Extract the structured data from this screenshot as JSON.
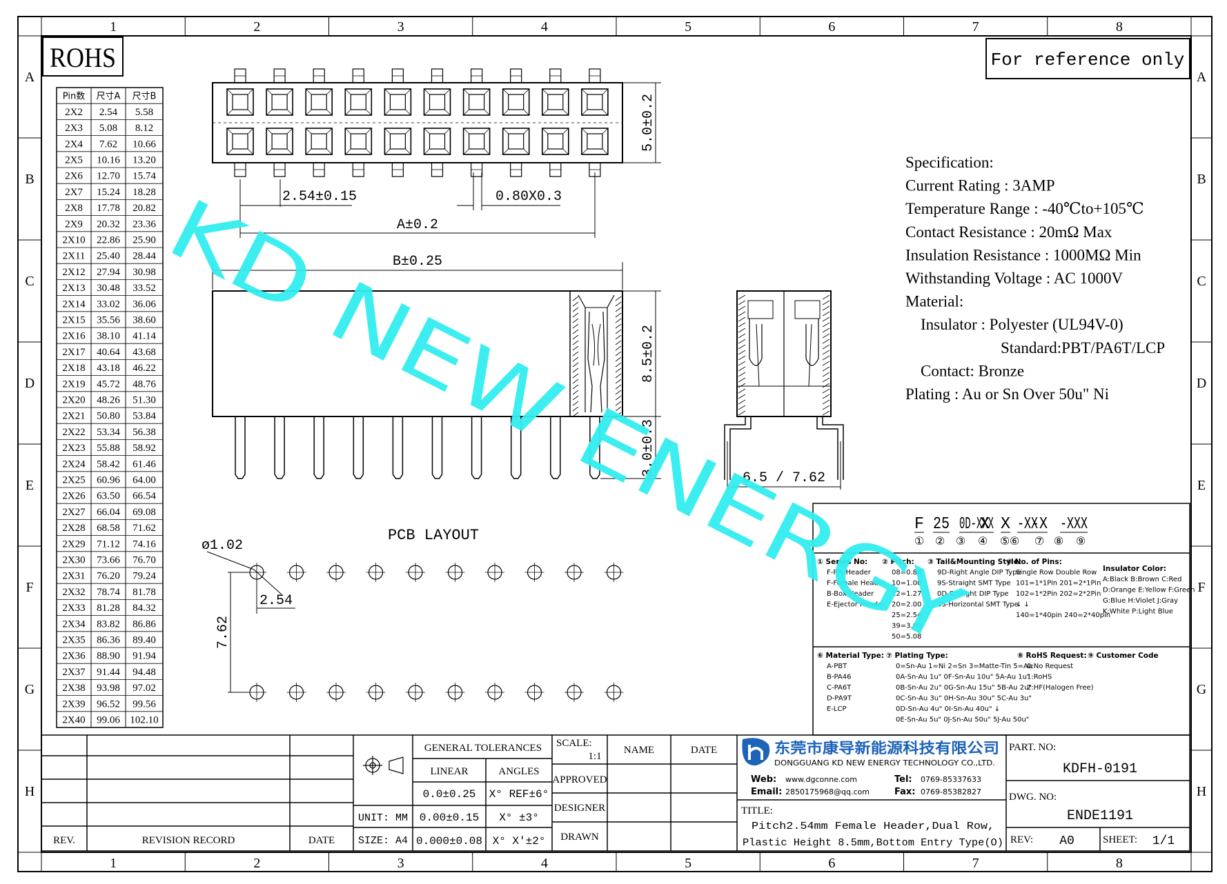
{
  "frame": {
    "col_labels": [
      "1",
      "2",
      "3",
      "4",
      "5",
      "6",
      "7",
      "8"
    ],
    "row_labels": [
      "A",
      "B",
      "C",
      "D",
      "E",
      "F",
      "G",
      "H"
    ]
  },
  "rohs_label": "ROHS",
  "reference_label": "For reference only",
  "watermark": "KD NEW ENERGY",
  "pin_table": {
    "headers": [
      "Pin数",
      "尺寸A",
      "尺寸B"
    ],
    "rows": [
      [
        "2X2",
        "2.54",
        "5.58"
      ],
      [
        "2X3",
        "5.08",
        "8.12"
      ],
      [
        "2X4",
        "7.62",
        "10.66"
      ],
      [
        "2X5",
        "10.16",
        "13.20"
      ],
      [
        "2X6",
        "12.70",
        "15.74"
      ],
      [
        "2X7",
        "15.24",
        "18.28"
      ],
      [
        "2X8",
        "17.78",
        "20.82"
      ],
      [
        "2X9",
        "20.32",
        "23.36"
      ],
      [
        "2X10",
        "22.86",
        "25.90"
      ],
      [
        "2X11",
        "25.40",
        "28.44"
      ],
      [
        "2X12",
        "27.94",
        "30.98"
      ],
      [
        "2X13",
        "30.48",
        "33.52"
      ],
      [
        "2X14",
        "33.02",
        "36.06"
      ],
      [
        "2X15",
        "35.56",
        "38.60"
      ],
      [
        "2X16",
        "38.10",
        "41.14"
      ],
      [
        "2X17",
        "40.64",
        "43.68"
      ],
      [
        "2X18",
        "43.18",
        "46.22"
      ],
      [
        "2X19",
        "45.72",
        "48.76"
      ],
      [
        "2X20",
        "48.26",
        "51.30"
      ],
      [
        "2X21",
        "50.80",
        "53.84"
      ],
      [
        "2X22",
        "53.34",
        "56.38"
      ],
      [
        "2X23",
        "55.88",
        "58.92"
      ],
      [
        "2X24",
        "58.42",
        "61.46"
      ],
      [
        "2X25",
        "60.96",
        "64.00"
      ],
      [
        "2X26",
        "63.50",
        "66.54"
      ],
      [
        "2X27",
        "66.04",
        "69.08"
      ],
      [
        "2X28",
        "68.58",
        "71.62"
      ],
      [
        "2X29",
        "71.12",
        "74.16"
      ],
      [
        "2X30",
        "73.66",
        "76.70"
      ],
      [
        "2X31",
        "76.20",
        "79.24"
      ],
      [
        "2X32",
        "78.74",
        "81.78"
      ],
      [
        "2X33",
        "81.28",
        "84.32"
      ],
      [
        "2X34",
        "83.82",
        "86.86"
      ],
      [
        "2X35",
        "86.36",
        "89.40"
      ],
      [
        "2X36",
        "88.90",
        "91.94"
      ],
      [
        "2X37",
        "91.44",
        "94.48"
      ],
      [
        "2X38",
        "93.98",
        "97.02"
      ],
      [
        "2X39",
        "96.52",
        "99.56"
      ],
      [
        "2X40",
        "99.06",
        "102.10"
      ]
    ]
  },
  "dimensions": {
    "pitch": "2.54±0.15",
    "pin_size": "0.80X0.3",
    "a_dim": "A±0.2",
    "b_dim": "B±0.25",
    "width": "5.0±0.2",
    "height": "8.5±0.2",
    "tail": "3.0±0.3",
    "row_span": "6.5 / 7.62"
  },
  "pcb": {
    "title": "PCB LAYOUT",
    "hole": "ø1.02",
    "pitch": "2.54",
    "row_pitch": "7.62"
  },
  "spec": {
    "lines": [
      "Specification:",
      "Current Rating : 3AMP",
      "Temperature Range : -40℃to+105℃",
      "Contact Resistance : 20mΩ Max",
      "Insulation Resistance : 1000MΩ Min",
      "Withstanding Voltage : AC 1000V",
      "Material:",
      "Insulator : Polyester (UL94V-0)",
      "Standard:PBT/PA6T/LCP",
      "Contact: Bronze",
      "Plating : Au or Sn Over 50u\" Ni"
    ]
  },
  "part_code": {
    "segments": [
      "F",
      "25",
      "0D-XXX",
      "X",
      "X",
      "-XX",
      "-X",
      "-XXX"
    ],
    "circles": [
      "①",
      "②",
      "③",
      "④",
      "⑤",
      "⑥",
      "⑦",
      "⑧",
      "⑨"
    ],
    "legend": [
      {
        "title": "① Series No:",
        "items": [
          "F-Pin Header",
          "F-Female Header",
          "B-Box Header",
          "E-Ejector Header"
        ]
      },
      {
        "title": "② Pitch:",
        "items": [
          "08=0.80",
          "10=1.00",
          "12=1.27",
          "20=2.00",
          "25=2.54",
          "39=3.96",
          "50=5.08"
        ]
      },
      {
        "title": "③ Tail&Mounting Style:",
        "items": [
          "9D-Right Angle DIP Type",
          "9S-Straight SMT Type",
          "0D-Straight DIP Type",
          "0S-Horizontal SMT Type"
        ]
      },
      {
        "title": "④ No. of Pins:",
        "items": [
          "Single Row   Double Row",
          "101=1*1Pin  201=2*1Pin",
          "102=1*2Pin  202=2*2Pin",
          "↓                ↓",
          "140=1*40pin  240=2*40pin"
        ]
      },
      {
        "title": "Insulator Color:",
        "items": [
          "A:Black  B:Brown  C:Red",
          "D:Orange E:Yellow F:Green",
          "G:Blue   H:Violet J:Gray",
          "K:White  P:Light Blue"
        ]
      },
      {
        "title": "⑥ Material Type:",
        "items": [
          "A-PBT",
          "B-PA46",
          "C-PA6T",
          "D-PA9T",
          "E-LCP"
        ]
      },
      {
        "title": "⑦ Plating Type:",
        "items": [
          "0=Sn-Au 1=Ni 2=Sn 3=Matte-Tin 5=Au",
          "0A-Sn-Au 1u\" 0F-Sn-Au 10u\"  5A-Au 1u\"",
          "0B-Sn-Au 2u\" 0G-Sn-Au 15u\"  5B-Au 2u\"",
          "0C-Sn-Au 3u\" 0H-Sn-Au 30u\"  5C-Au 3u\"",
          "0D-Sn-Au 4u\" 0I-Sn-Au 40u\"    ↓",
          "0E-Sn-Au 5u\" 0J-Sn-Au 50u\"  5J-Au 50u\""
        ]
      },
      {
        "title": "⑧ RoHS Request:",
        "items": [
          "0:No Request",
          "1:RoHS",
          "2:HF(Halogen Free)"
        ]
      },
      {
        "title": "⑨ Customer Code",
        "items": []
      }
    ]
  },
  "title_block": {
    "general_tolerances": "GENERAL TOLERANCES",
    "linear": "LINEAR",
    "angles": "ANGLES",
    "tol_rows": [
      [
        "0.0±0.25",
        "X° REF±6°"
      ],
      [
        "0.00±0.15",
        "X° ±3°"
      ],
      [
        "0.000±0.08",
        "X° X'±2°"
      ]
    ],
    "unit": "UNIT: MM",
    "size": "SIZE: A4",
    "rev": "REV.",
    "revision_record": "REVISION RECORD",
    "date": "DATE",
    "scale_label": "SCALE:",
    "scale_value": "1:1",
    "name": "NAME",
    "approved": "APPROVED",
    "designer": "DESIGNER",
    "drawn": "DRAWN",
    "company_cn": "东莞市康导新能源科技有限公司",
    "company_en": "DONGGUANG KD NEW ENERGY TECHNOLOGY CO.,LTD.",
    "web_label": "Web:",
    "web": "www.dgconne.com",
    "tel_label": "Tel:",
    "tel": "0769-85337633",
    "email_label": "Email:",
    "email": "2850175968@qq.com",
    "fax_label": "Fax:",
    "fax": "0769-85382827",
    "title_label": "TITLE:",
    "title_line1": "Pitch2.54mm Female Header,Dual Row,",
    "title_line2": "Plastic Height 8.5mm,Bottom Entry Type(O)",
    "part_no_label": "PART. NO:",
    "part_no": "KDFH-0191",
    "dwg_no_label": "DWG. NO:",
    "dwg_no": "ENDE1191",
    "rev_label": "REV:",
    "rev_value": "A0",
    "sheet_label": "SHEET:",
    "sheet_value": "1/1"
  },
  "colors": {
    "watermark": "#33eef0",
    "line": "#000000"
  }
}
